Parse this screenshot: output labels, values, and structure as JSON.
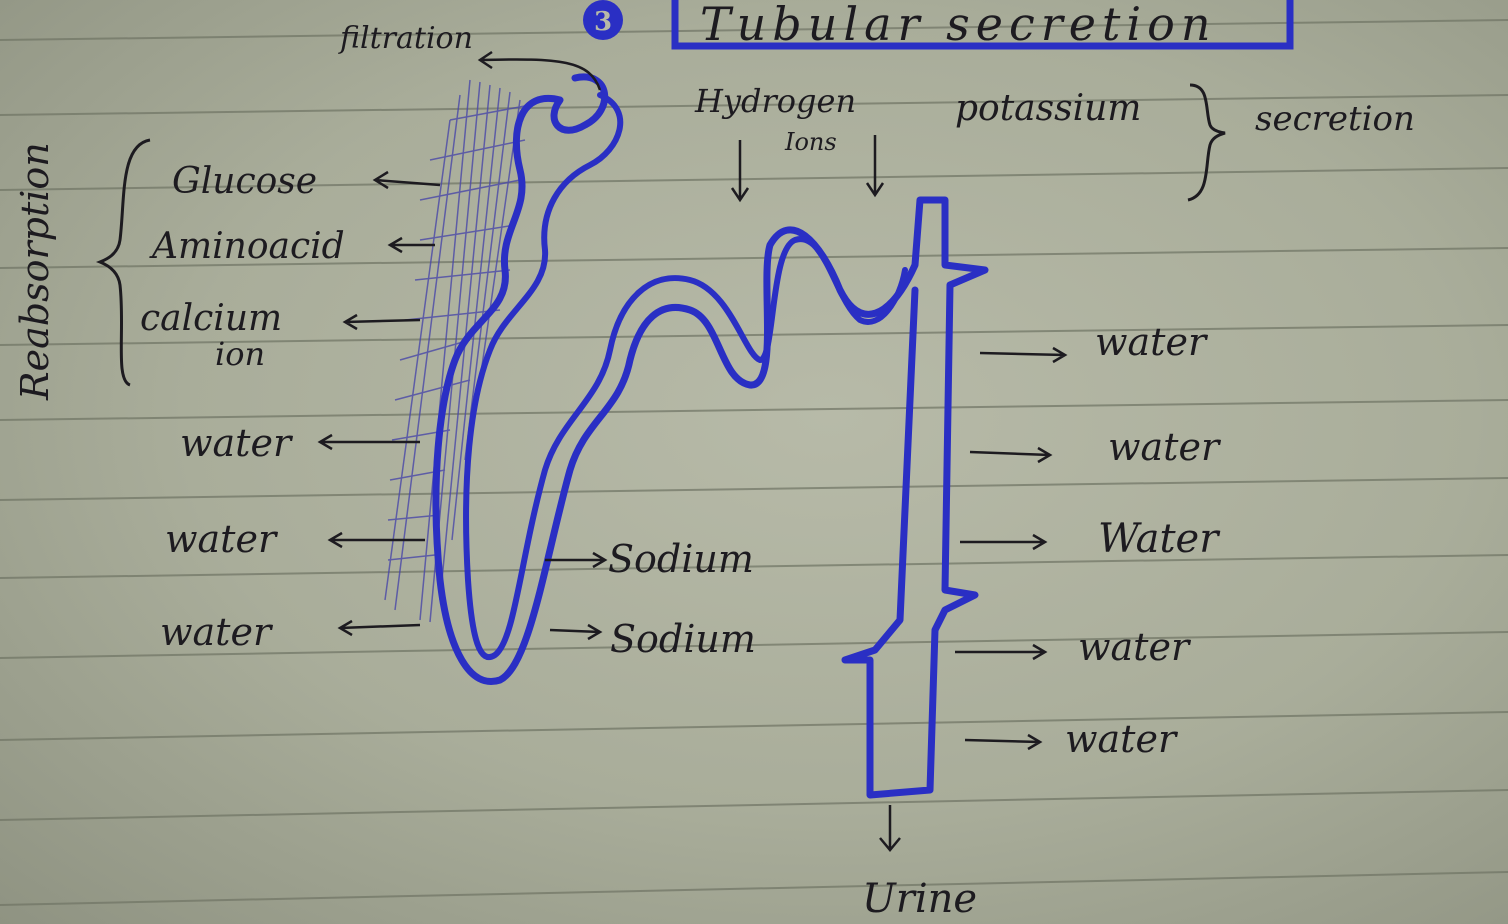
{
  "heading": {
    "number": "3",
    "title": "Tubular secretion"
  },
  "labels": {
    "filtration": "filtration",
    "reabsorption": "Reabsorption",
    "glucose": "Glucose",
    "aminoacid": "Aminoacid",
    "calcium_line1": "calcium",
    "calcium_line2": "ion",
    "water_left": [
      "water",
      "water",
      "water"
    ],
    "sodium": [
      "Sodium",
      "Sodium"
    ],
    "hydrogen_line1": "Hydrogen",
    "hydrogen_line2": "Ions",
    "potassium": "potassium",
    "secretion": "secretion",
    "water_right": [
      "water",
      "water",
      "Water",
      "water",
      "water"
    ],
    "urine": "Urine"
  },
  "colors": {
    "ink_blue": "#2a2fc4",
    "ink_black": "#1d1b20",
    "paper": "#aeb29f",
    "rule_line": "#6f7464"
  }
}
